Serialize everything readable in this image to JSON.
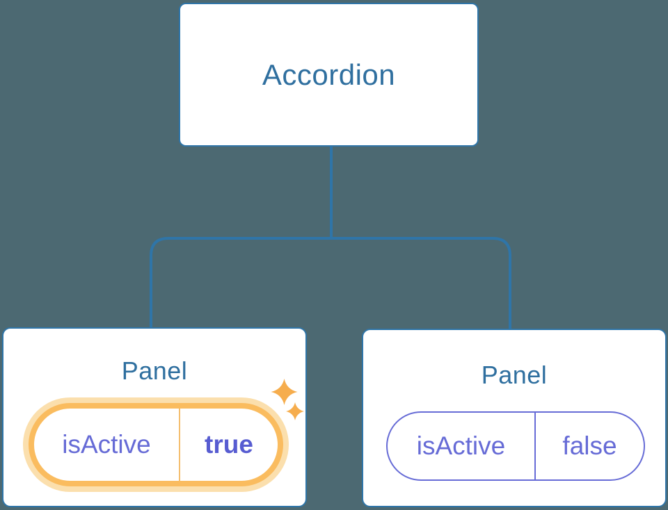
{
  "diagram": {
    "root": {
      "label": "Accordion"
    },
    "panels": [
      {
        "title": "Panel",
        "prop_name": "isActive",
        "prop_value": "true",
        "highlighted": true,
        "badge_icon": "sparkles-icon"
      },
      {
        "title": "Panel",
        "prop_name": "isActive",
        "prop_value": "false",
        "highlighted": false
      }
    ]
  },
  "colors": {
    "background": "#4C6972",
    "node_fill": "#FFFFFF",
    "node_border": "#2F75A8",
    "connector": "#2F75A8",
    "heading_text": "#2F6F9F",
    "prop_text": "#666BD6",
    "prop_value_active_text": "#575CD1",
    "active_border": "#FABC5F",
    "active_glow": "#FBDFAD",
    "active_divider": "#F4BE6F",
    "sparkle": "#F6AD4D"
  }
}
